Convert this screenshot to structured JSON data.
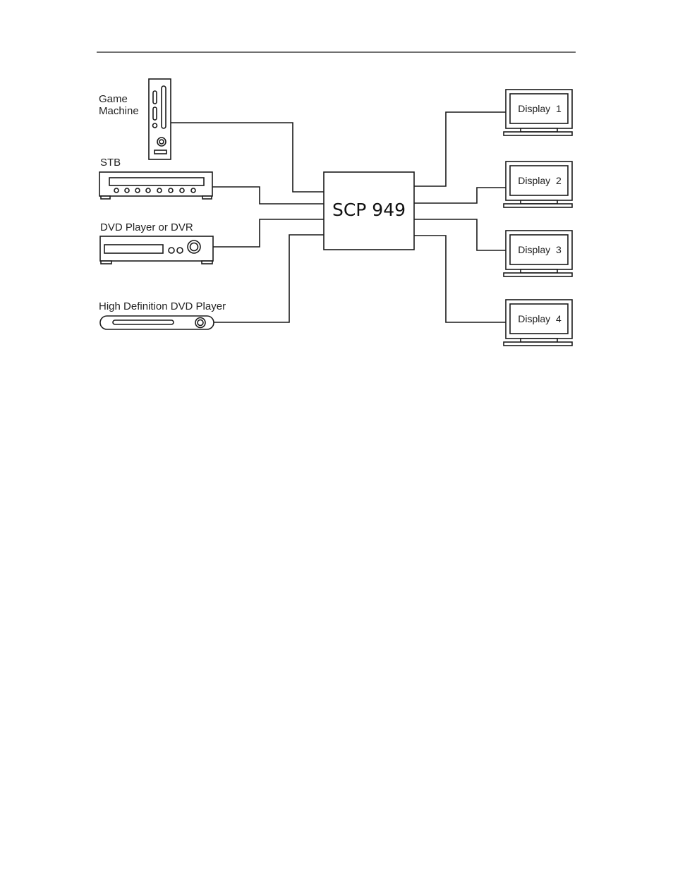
{
  "diagram": {
    "hub": {
      "label": "SCP 949"
    },
    "sources": [
      {
        "label_line1": "Game",
        "label_line2": "Machine",
        "icon": "game-console-icon"
      },
      {
        "label": "STB",
        "icon": "set-top-box-icon"
      },
      {
        "label": "DVD Player or DVR",
        "icon": "dvd-player-icon"
      },
      {
        "label": "High Definition DVD Player",
        "icon": "hd-dvd-player-icon"
      }
    ],
    "displays": [
      {
        "label": "Display  1",
        "icon": "monitor-icon"
      },
      {
        "label": "Display  2",
        "icon": "monitor-icon"
      },
      {
        "label": "Display  3",
        "icon": "monitor-icon"
      },
      {
        "label": "Display  4",
        "icon": "monitor-icon"
      }
    ]
  }
}
